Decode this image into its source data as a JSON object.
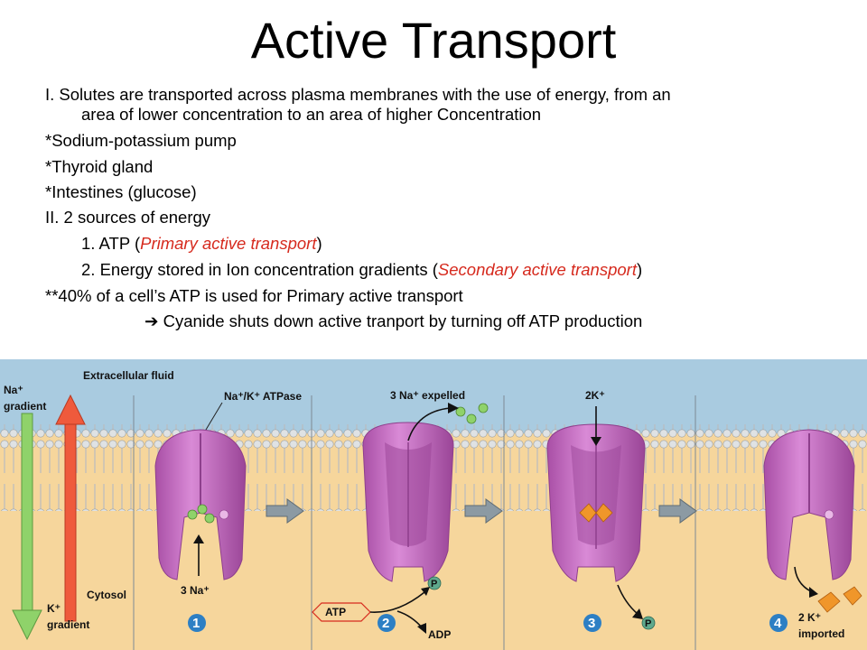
{
  "slide": {
    "title": "Active Transport",
    "lines": [
      {
        "text": "I.  Solutes are transported across plasma membranes with the use of energy, from an"
      },
      {
        "text": "area of lower concentration to an area of higher Concentration"
      },
      {
        "text": "*Sodium-potassium pump"
      },
      {
        "text": "*Thyroid gland"
      },
      {
        "text": "*Intestines (glucose)"
      },
      {
        "text": "II.  2 sources of energy"
      },
      {
        "pre": "1.  ATP  (",
        "red": "Primary active transport",
        "post": ")"
      },
      {
        "pre": "2.  Energy stored in Ion concentration gradients (",
        "red": "Secondary active transport",
        "post": ")"
      },
      {
        "text": "**40% of a cell’s ATP is used for Primary active transport"
      },
      {
        "arrow": "➔",
        "text": " Cyanide shuts down active tranport by turning off ATP production"
      }
    ]
  },
  "diagram": {
    "extracellular_label": "Extracellular fluid",
    "cytosol_label": "Cytosol",
    "na_gradient": [
      "Na⁺",
      "gradient"
    ],
    "k_gradient": [
      "K⁺",
      "gradient"
    ],
    "pump_label": "Na⁺/K⁺ ATPase",
    "na_in_label": "3 Na⁺",
    "na_expelled_label": "3 Na⁺ expelled",
    "k_in_label": "2K⁺",
    "k_imported_label": [
      "2 K⁺",
      "imported"
    ],
    "atp_label": "ATP",
    "adp_label": "ADP",
    "phosphate_label": "P",
    "steps": [
      "1",
      "2",
      "3",
      "4"
    ],
    "colors": {
      "extracellular": "#a9cbe0",
      "cytosol": "#f6d69c",
      "protein": "#c46ac0",
      "protein_dark": "#8e3f8c",
      "na_ion": "#8fd26a",
      "k_ion": "#f0962a",
      "step_circle": "#2d7fc4",
      "phosphate": "#5fa98d"
    }
  }
}
